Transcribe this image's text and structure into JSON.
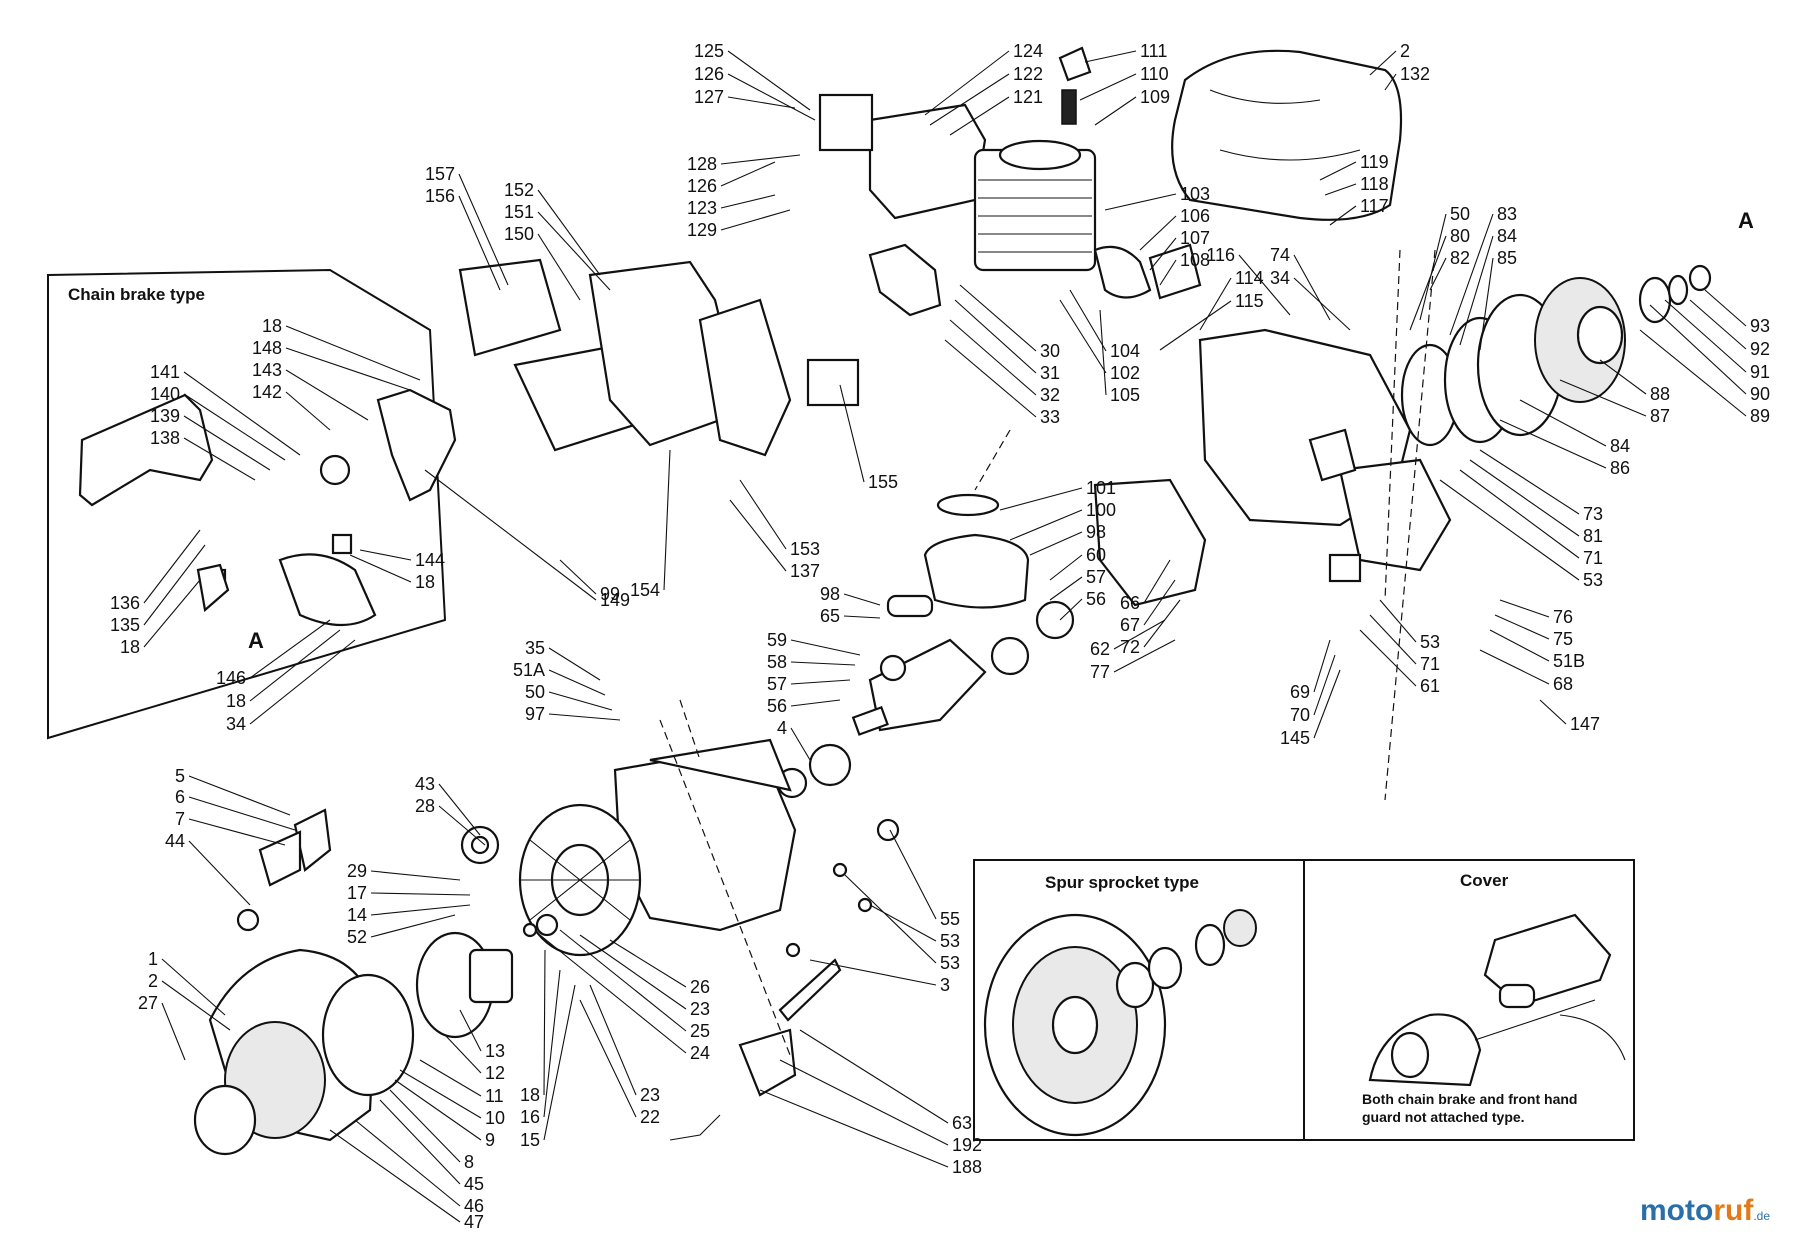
{
  "sections": {
    "chain_brake_title": "Chain brake type",
    "spur_sprocket_title": "Spur sprocket type",
    "cover_title": "Cover",
    "cover_note_line1": "Both chain brake and front hand",
    "cover_note_line2": "guard not attached type."
  },
  "watermark": {
    "part1": "moto",
    "part2": "ruf",
    "suffix": ".de"
  },
  "markers": [
    "A",
    "A"
  ],
  "part_labels": [
    "125",
    "126",
    "127",
    "124",
    "122",
    "121",
    "111",
    "110",
    "109",
    "2",
    "132",
    "128",
    "126",
    "123",
    "129",
    "119",
    "118",
    "117",
    "157",
    "156",
    "152",
    "151",
    "150",
    "103",
    "106",
    "107",
    "108",
    "116",
    "114",
    "115",
    "74",
    "34",
    "50",
    "80",
    "82",
    "83",
    "84",
    "85",
    "93",
    "92",
    "91",
    "90",
    "89",
    "88",
    "87",
    "84",
    "86",
    "18",
    "148",
    "143",
    "142",
    "141",
    "140",
    "139",
    "138",
    "30",
    "31",
    "32",
    "33",
    "104",
    "102",
    "105",
    "155",
    "101",
    "100",
    "98",
    "60",
    "57",
    "56",
    "73",
    "81",
    "71",
    "53",
    "147",
    "144",
    "18",
    "149",
    "154",
    "153",
    "137",
    "136",
    "135",
    "18",
    "99",
    "98",
    "65",
    "66",
    "67",
    "72",
    "53",
    "71",
    "61",
    "62",
    "77",
    "76",
    "75",
    "51B",
    "68",
    "69",
    "70",
    "145",
    "146",
    "18",
    "34",
    "35",
    "51A",
    "50",
    "97",
    "59",
    "58",
    "57",
    "56",
    "4",
    "5",
    "6",
    "7",
    "44",
    "43",
    "28",
    "29",
    "17",
    "14",
    "52",
    "55",
    "53",
    "53",
    "3",
    "1",
    "2",
    "27",
    "26",
    "23",
    "25",
    "24",
    "23",
    "22",
    "18",
    "16",
    "15",
    "13",
    "12",
    "11",
    "10",
    "9",
    "8",
    "45",
    "46",
    "47",
    "63",
    "192",
    "188"
  ]
}
